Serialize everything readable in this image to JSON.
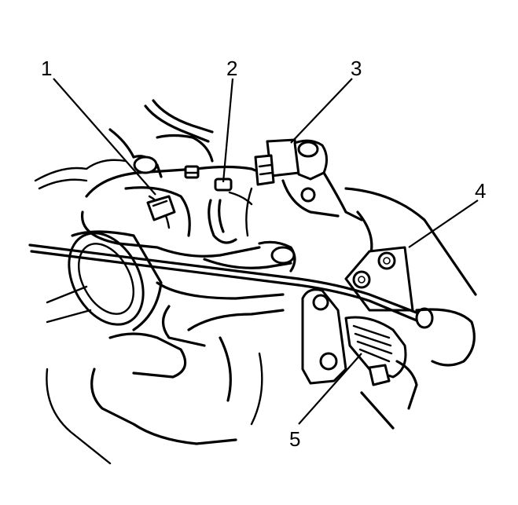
{
  "callouts": [
    {
      "id": "callout-1",
      "number": "1"
    },
    {
      "id": "callout-2",
      "number": "2"
    },
    {
      "id": "callout-3",
      "number": "3"
    },
    {
      "id": "callout-4",
      "number": "4"
    },
    {
      "id": "callout-5",
      "number": "5"
    }
  ],
  "colors": {
    "ink": "#000000",
    "background": "#ffffff"
  }
}
